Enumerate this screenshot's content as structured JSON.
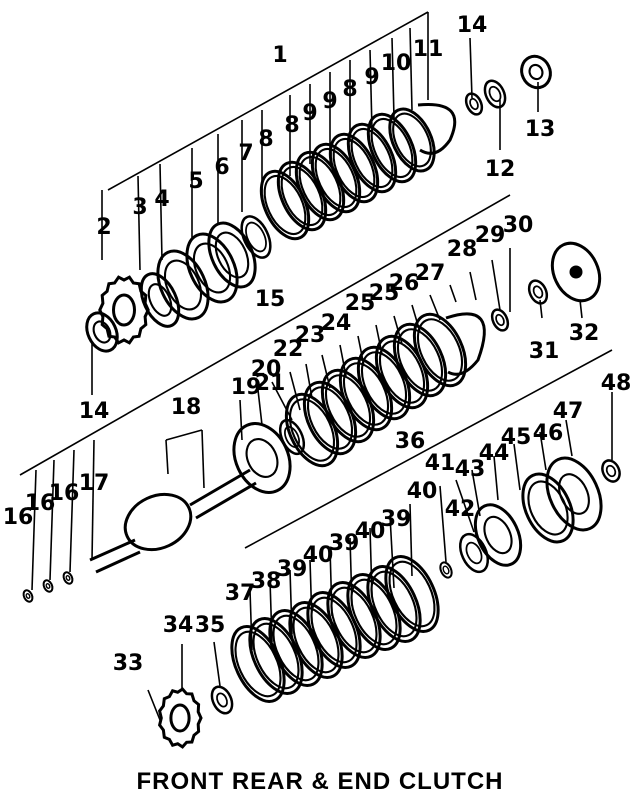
{
  "caption": "FRONT REAR & END CLUTCH",
  "callouts": [
    "1",
    "2",
    "3",
    "4",
    "5",
    "6",
    "7",
    "8",
    "8",
    "9",
    "9",
    "8",
    "9",
    "10",
    "11",
    "12",
    "13",
    "14",
    "14",
    "15",
    "16",
    "16",
    "16",
    "17",
    "18",
    "19",
    "20",
    "21",
    "22",
    "23",
    "24",
    "25",
    "25",
    "26",
    "27",
    "28",
    "29",
    "30",
    "31",
    "32",
    "33",
    "34",
    "35",
    "36",
    "37",
    "38",
    "39",
    "40",
    "39",
    "40",
    "39",
    "40",
    "41",
    "42",
    "43",
    "44",
    "45",
    "46",
    "47",
    "48"
  ]
}
